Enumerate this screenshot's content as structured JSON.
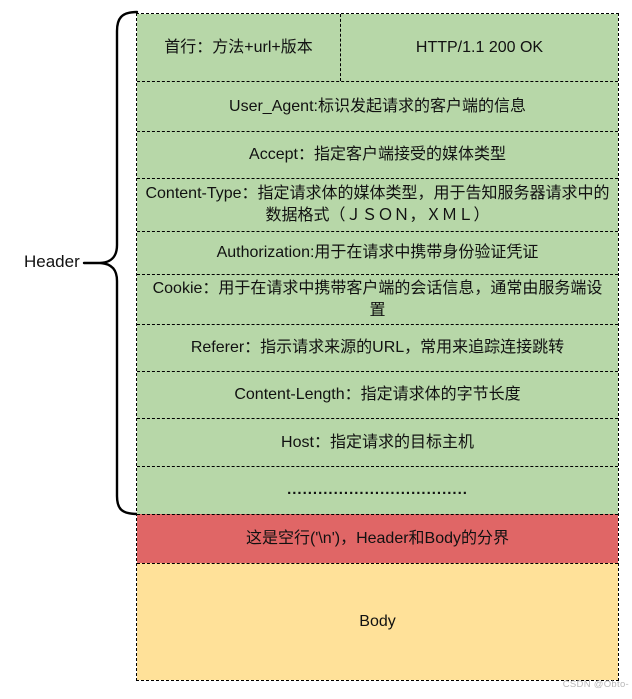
{
  "diagram": {
    "title_context": "HTTP message structure: Header and Body",
    "brace_label": "Header",
    "colors": {
      "header_fill": "#b7d7a8",
      "separator_fill": "#e06666",
      "body_fill": "#ffe199",
      "border": "#000000",
      "text": "#111111",
      "watermark": "#b9b9b9"
    },
    "table": {
      "first_row": {
        "left": "首行：方法+url+版本",
        "right": "HTTP/1.1 200 OK"
      },
      "rows": [
        "User_Agent:标识发起请求的客户端的信息",
        "Accept：指定客户端接受的媒体类型",
        "Content-Type：指定请求体的媒体类型，用于告知服务器请求中的数据格式（ＪＳＯＮ，ＸＭＬ）",
        "Authorization:用于在请求中携带身份验证凭证",
        "Cookie：用于在请求中携带客户端的会话信息，通常由服务端设置",
        "Referer：指示请求来源的URL，常用来追踪连接跳转",
        "Content-Length：指定请求体的字节长度",
        "Host：指定请求的目标主机",
        "..................................."
      ],
      "separator": "这是空行('\\n')，Header和Body的分界",
      "body": "Body"
    },
    "watermark": "CSDN @Obto-"
  }
}
